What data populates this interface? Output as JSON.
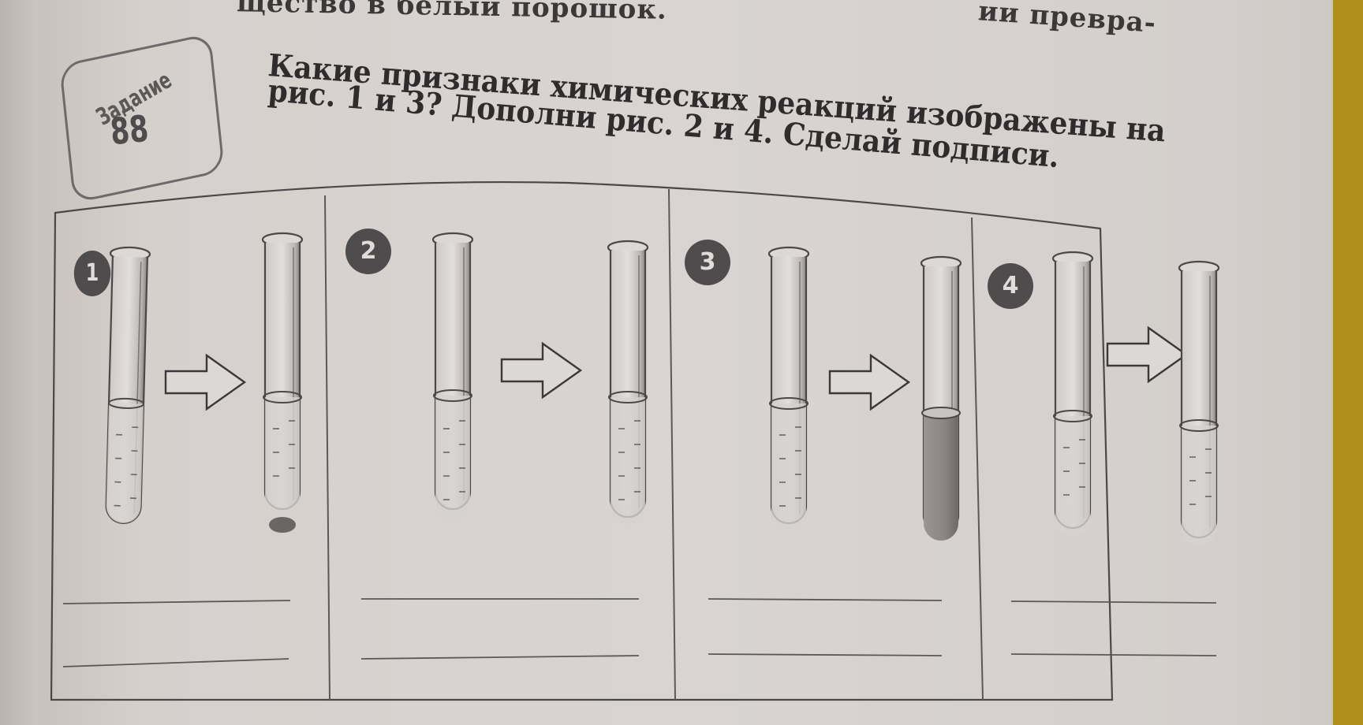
{
  "previous_text": {
    "left": "щество в белый порошок.",
    "right": "ии превра-"
  },
  "task": {
    "label": "Задание",
    "number": "88",
    "question_line1": "Какие признаки химических реакций изображены на",
    "question_line2": "рис. 1 и 3? Дополни рис. 2 и 4. Сделай подписи."
  },
  "panels": [
    {
      "number": "1",
      "before": "clear liquid",
      "after": "clear liquid with precipitate at bottom",
      "answer_lines": [
        "",
        ""
      ]
    },
    {
      "number": "2",
      "before": "clear liquid",
      "after": "clear liquid (to be completed)",
      "answer_lines": [
        "",
        ""
      ]
    },
    {
      "number": "3",
      "before": "clear liquid",
      "after": "colored liquid (dark)",
      "answer_lines": [
        "",
        ""
      ]
    },
    {
      "number": "4",
      "before": "clear liquid",
      "after": "clear liquid (to be completed)",
      "answer_lines": [
        "",
        ""
      ]
    }
  ],
  "colors": {
    "paper": "#d9d4d2",
    "ink": "#2e2c2c",
    "badge_circle": "#4e4c4c",
    "colored_liquid": "#8a8584",
    "spine_edge": "#b08f1a"
  }
}
